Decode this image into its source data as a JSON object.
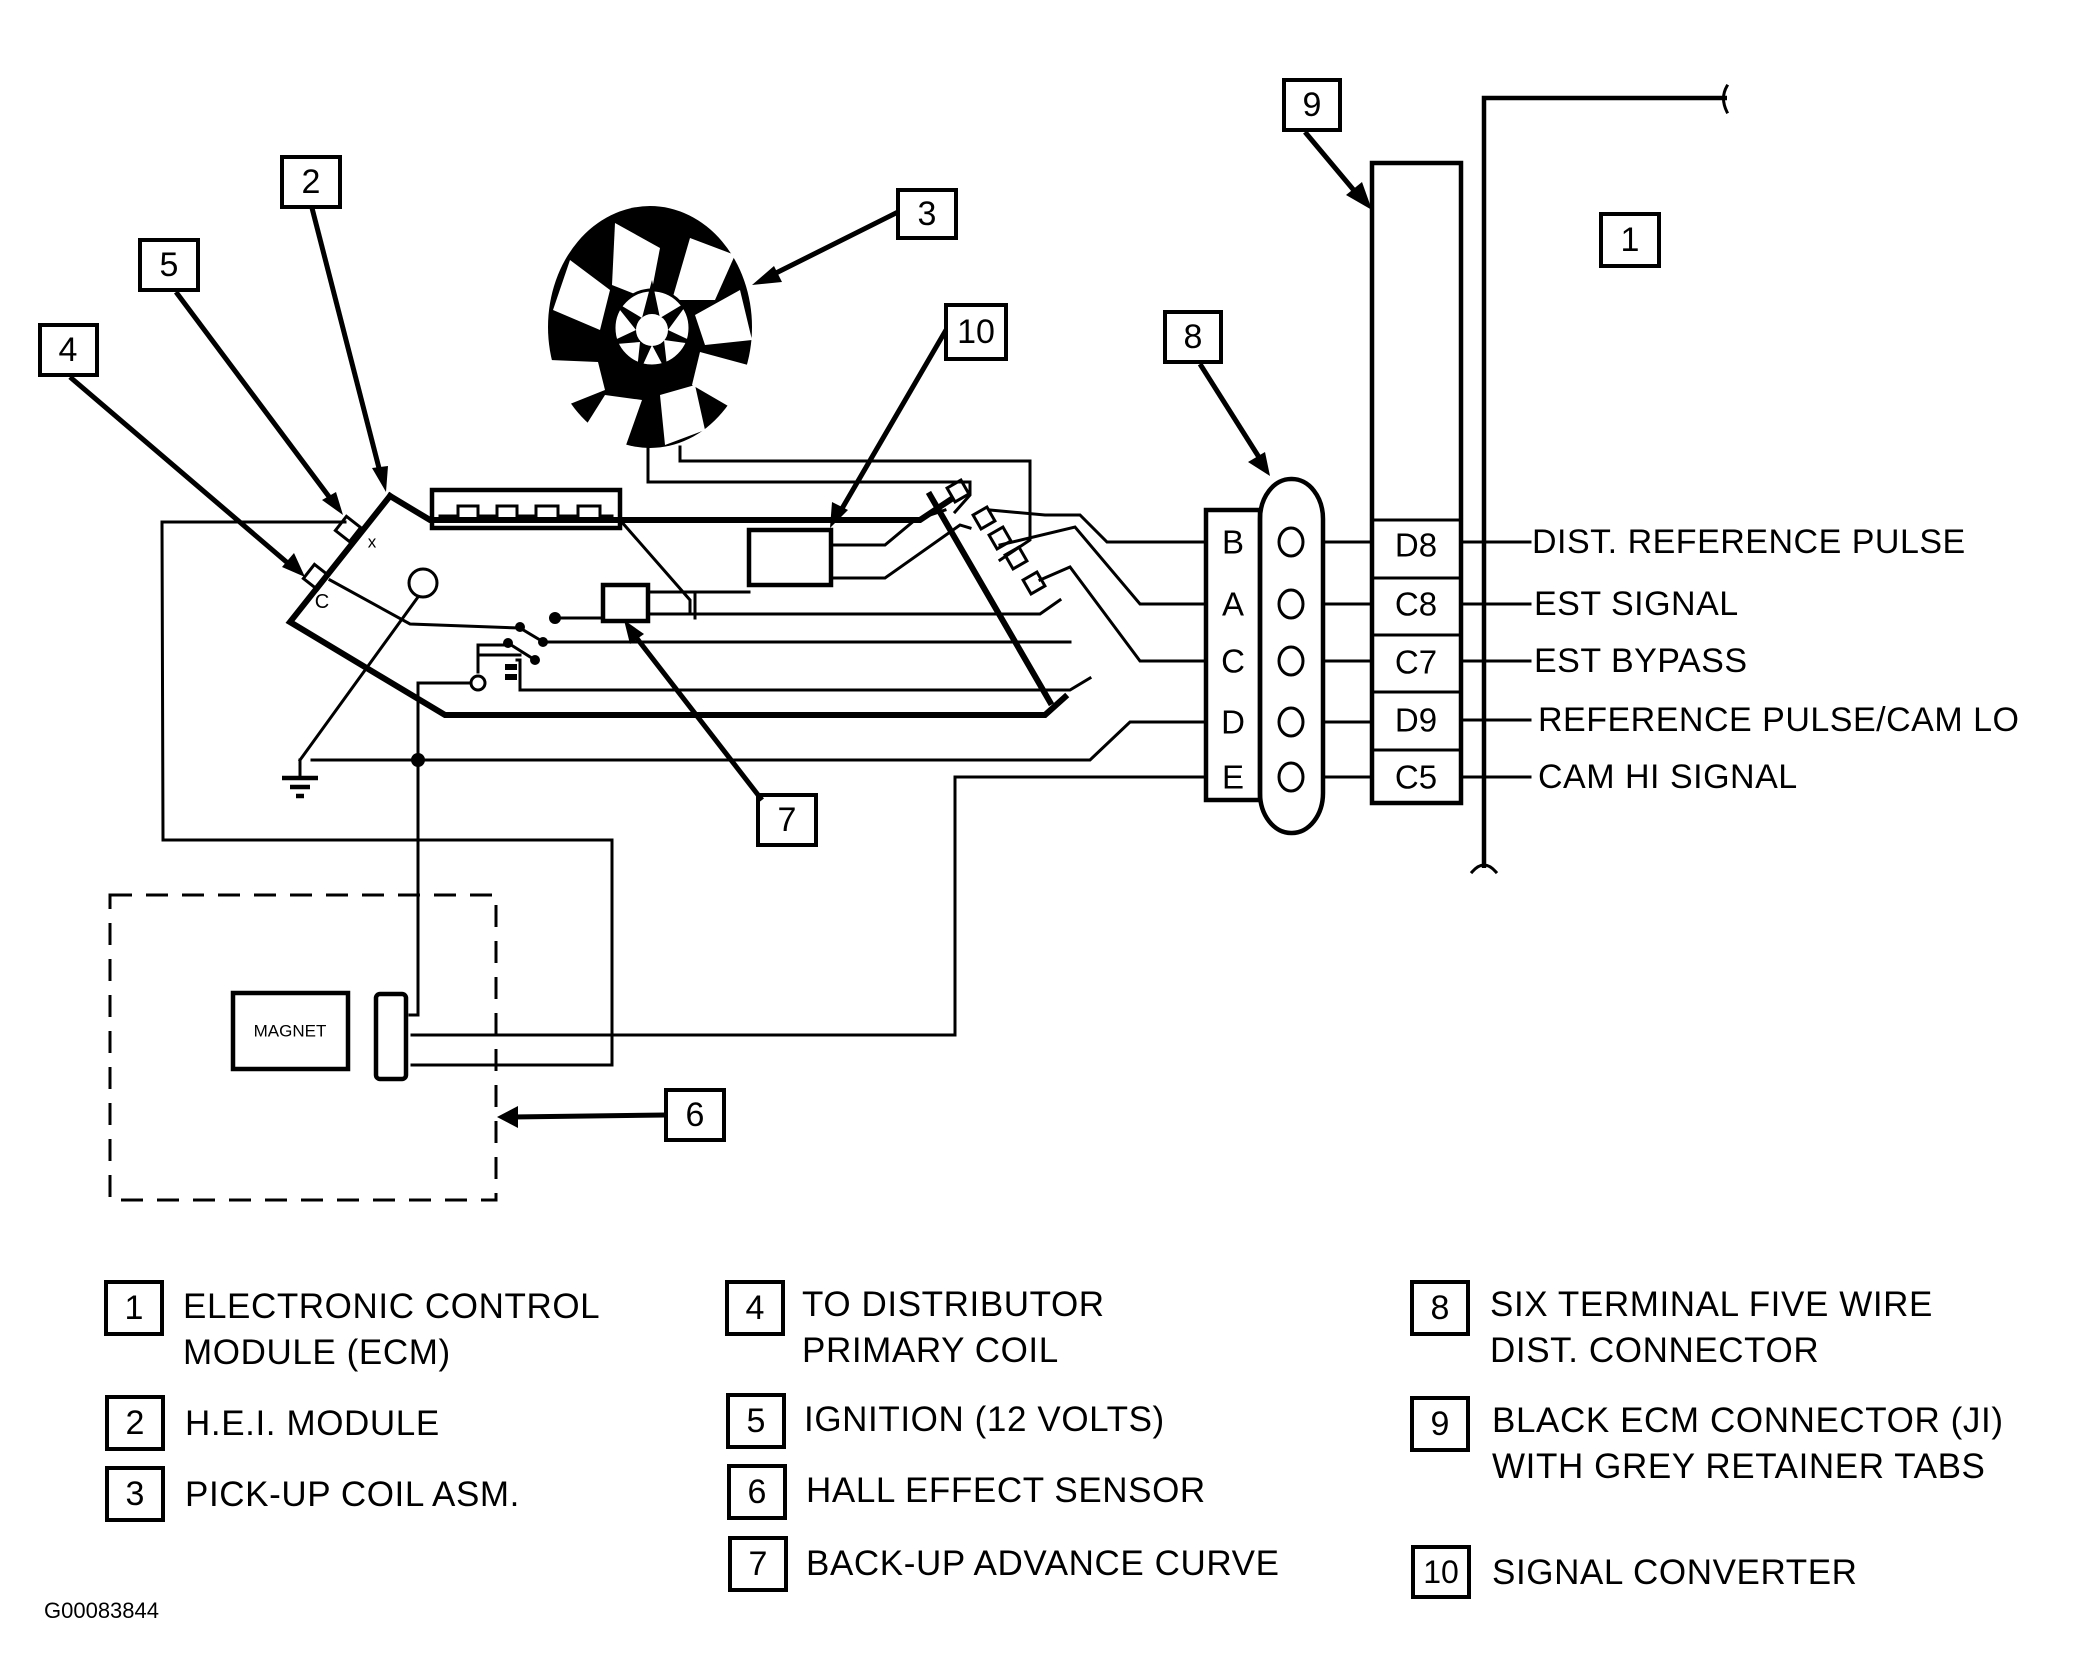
{
  "figure_id": "G00083844",
  "callouts": {
    "c1": "1",
    "c2": "2",
    "c3": "3",
    "c4": "4",
    "c5": "5",
    "c6": "6",
    "c7": "7",
    "c8": "8",
    "c9": "9",
    "c10": "10"
  },
  "component_labels": {
    "magnet": "MAGNET",
    "hei_terminal_x": "x",
    "hei_terminal_c": "C"
  },
  "dist_connector_pins": [
    "B",
    "A",
    "C",
    "D",
    "E"
  ],
  "ecm_connector_pins": [
    "D8",
    "C8",
    "C7",
    "D9",
    "C5"
  ],
  "ecm_signals": [
    "DIST. REFERENCE PULSE",
    "EST SIGNAL",
    "EST BYPASS",
    "REFERENCE PULSE/CAM LO",
    "CAM HI SIGNAL"
  ],
  "legend": [
    {
      "num": "1",
      "lines": [
        "ELECTRONIC CONTROL",
        "MODULE (ECM)"
      ]
    },
    {
      "num": "2",
      "lines": [
        "H.E.I. MODULE"
      ]
    },
    {
      "num": "3",
      "lines": [
        "PICK-UP COIL ASM."
      ]
    },
    {
      "num": "4",
      "lines": [
        "TO DISTRIBUTOR",
        "PRIMARY COIL"
      ]
    },
    {
      "num": "5",
      "lines": [
        "IGNITION (12 VOLTS)"
      ]
    },
    {
      "num": "6",
      "lines": [
        "HALL EFFECT SENSOR"
      ]
    },
    {
      "num": "7",
      "lines": [
        "BACK-UP ADVANCE CURVE"
      ]
    },
    {
      "num": "8",
      "lines": [
        "SIX TERMINAL FIVE WIRE",
        "DIST. CONNECTOR"
      ]
    },
    {
      "num": "9",
      "lines": [
        "BLACK ECM CONNECTOR (JI)",
        "WITH GREY RETAINER TABS"
      ]
    },
    {
      "num": "10",
      "lines": [
        "SIGNAL CONVERTER"
      ]
    }
  ]
}
